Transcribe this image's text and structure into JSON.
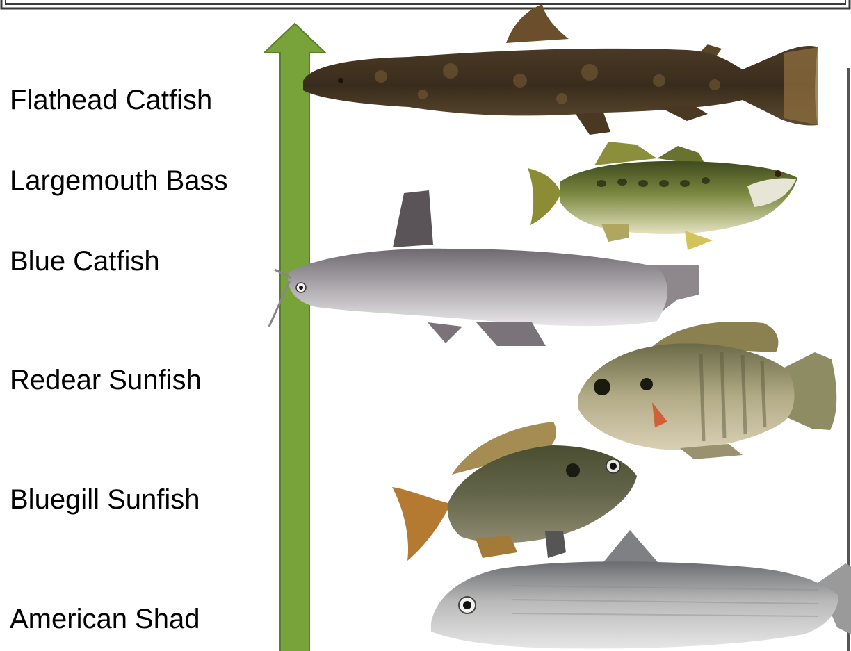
{
  "axis": {
    "arrow_color": "#77a33a",
    "arrow_stroke": "#5a7d2b"
  },
  "species": [
    {
      "id": "flathead-catfish",
      "label": "Flathead Catfish"
    },
    {
      "id": "largemouth-bass",
      "label": "Largemouth Bass"
    },
    {
      "id": "blue-catfish",
      "label": "Blue Catfish"
    },
    {
      "id": "redear-sunfish",
      "label": "Redear Sunfish"
    },
    {
      "id": "bluegill-sunfish",
      "label": "Bluegill Sunfish"
    },
    {
      "id": "american-shad",
      "label": "American Shad"
    }
  ]
}
